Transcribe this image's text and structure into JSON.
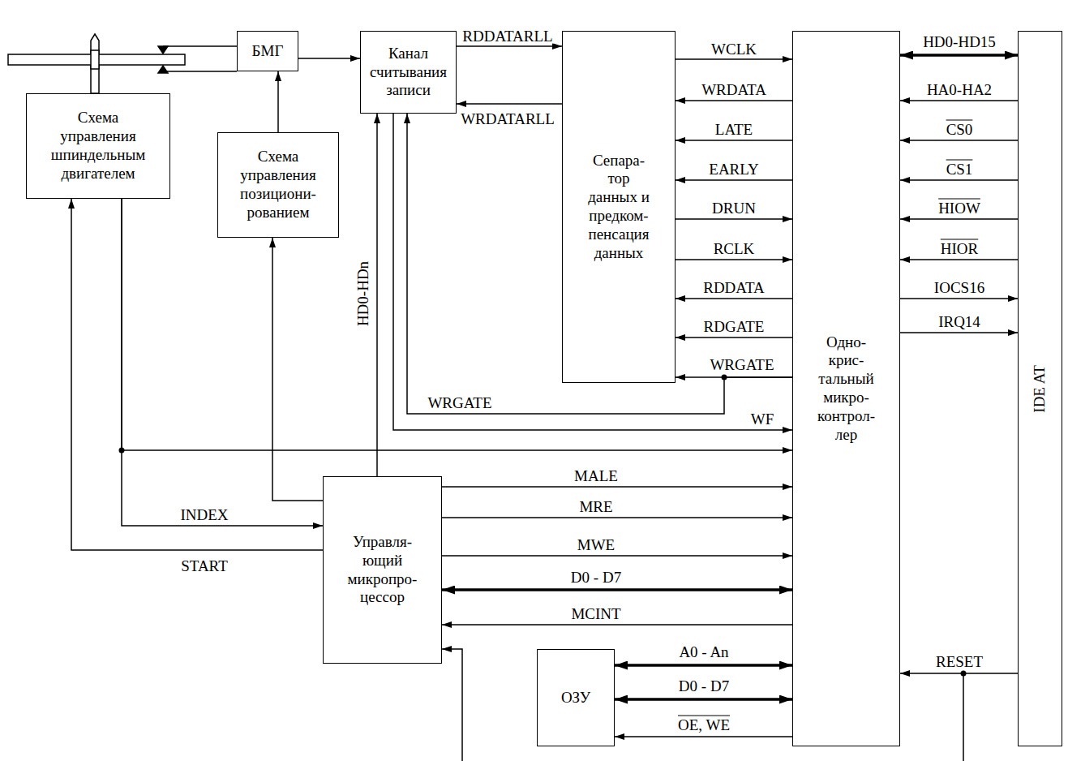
{
  "diagram": {
    "nodes": [
      {
        "text": [
          "Схема управления шпиндельным двигателем"
        ]
      },
      {
        "text": [
          "БМГ"
        ]
      },
      {
        "text": [
          "Канал считывания записи"
        ]
      },
      {
        "text": [
          "Схема управления позициони- рованием"
        ]
      },
      {
        "text": [
          "Сепара- тор данных и предком- пенсация данных"
        ]
      },
      {
        "text": [
          "Одно- крис- тальный микро- контрол- лер"
        ]
      },
      {
        "text": [
          "IDE AT"
        ]
      },
      {
        "text": [
          "Управля- ющий микропро- цессор"
        ]
      },
      {
        "text": [
          "ОЗУ"
        ]
      }
    ],
    "edges": [
      {
        "from": 1,
        "to": 2,
        "arrow": "to"
      },
      {
        "from": 2,
        "to": 4,
        "label": "RDDATARLL",
        "arrow": "to"
      },
      {
        "from": 4,
        "to": 2,
        "label": "WRDATARLL",
        "arrow": "to"
      },
      {
        "from": 4,
        "to": 5,
        "label": "WCLK",
        "arrow": "to"
      },
      {
        "from": 5,
        "to": 4,
        "label": "WRDATA",
        "arrow": "to"
      },
      {
        "from": 5,
        "to": 4,
        "label": "LATE",
        "arrow": "to"
      },
      {
        "from": 5,
        "to": 4,
        "label": "EARLY",
        "arrow": "to"
      },
      {
        "from": 4,
        "to": 5,
        "label": "DRUN",
        "arrow": "to"
      },
      {
        "from": 4,
        "to": 5,
        "label": "RCLK",
        "arrow": "to"
      },
      {
        "from": 5,
        "to": 4,
        "label": "RDDATA",
        "arrow": "to"
      },
      {
        "from": 5,
        "to": 4,
        "label": "RDGATE",
        "arrow": "to"
      },
      {
        "from": 5,
        "to": 4,
        "label": "WRGATE",
        "arrow": "to"
      },
      {
        "from": 5,
        "to": 2,
        "label": "WRGATE",
        "arrow": "to"
      },
      {
        "from": 2,
        "to": 5,
        "label": "WF",
        "arrow": "to"
      },
      {
        "from": 0,
        "to": 5,
        "arrow": "to"
      },
      {
        "from": 0,
        "to": 7,
        "label": "INDEX",
        "arrow": "to"
      },
      {
        "from": 7,
        "to": 0,
        "label": "START",
        "arrow": "to"
      },
      {
        "from": 7,
        "to": 3,
        "arrow": "to"
      },
      {
        "from": 7,
        "to": 2,
        "label": "HD0-HDn",
        "arrow": "to"
      },
      {
        "from": 3,
        "to": 1,
        "arrow": "to"
      },
      {
        "from": 7,
        "to": 5,
        "label": "MALE",
        "arrow": "to"
      },
      {
        "from": 7,
        "to": 5,
        "label": "MRE",
        "arrow": "to"
      },
      {
        "from": 7,
        "to": 5,
        "label": "MWE",
        "arrow": "to"
      },
      {
        "from": 7,
        "to": 5,
        "label": "D0 - D7",
        "arrow": "both"
      },
      {
        "from": 5,
        "to": 7,
        "label": "MCINT",
        "arrow": "to"
      },
      {
        "from": 5,
        "to": 8,
        "label": "A0 - An",
        "arrow": "both"
      },
      {
        "from": 5,
        "to": 8,
        "label": "D0 - D7",
        "arrow": "both"
      },
      {
        "from": 5,
        "to": 8,
        "label": "OE, WE",
        "arrow": "to"
      },
      {
        "from": 6,
        "to": 5,
        "label": "HD0-HD15",
        "arrow": "both"
      },
      {
        "from": 6,
        "to": 5,
        "label": "HA0-HA2",
        "arrow": "to"
      },
      {
        "from": 6,
        "to": 5,
        "label": "CS0",
        "arrow": "to"
      },
      {
        "from": 6,
        "to": 5,
        "label": "CS1",
        "arrow": "to"
      },
      {
        "from": 6,
        "to": 5,
        "label": "HIOW",
        "arrow": "to"
      },
      {
        "from": 6,
        "to": 5,
        "label": "HIOR",
        "arrow": "to"
      },
      {
        "from": 5,
        "to": 6,
        "label": "IOCS16",
        "arrow": "to"
      },
      {
        "from": 5,
        "to": 6,
        "label": "IRQ14",
        "arrow": "to"
      },
      {
        "from": 6,
        "to": 5,
        "label": "RESET",
        "arrow": "to"
      }
    ]
  }
}
